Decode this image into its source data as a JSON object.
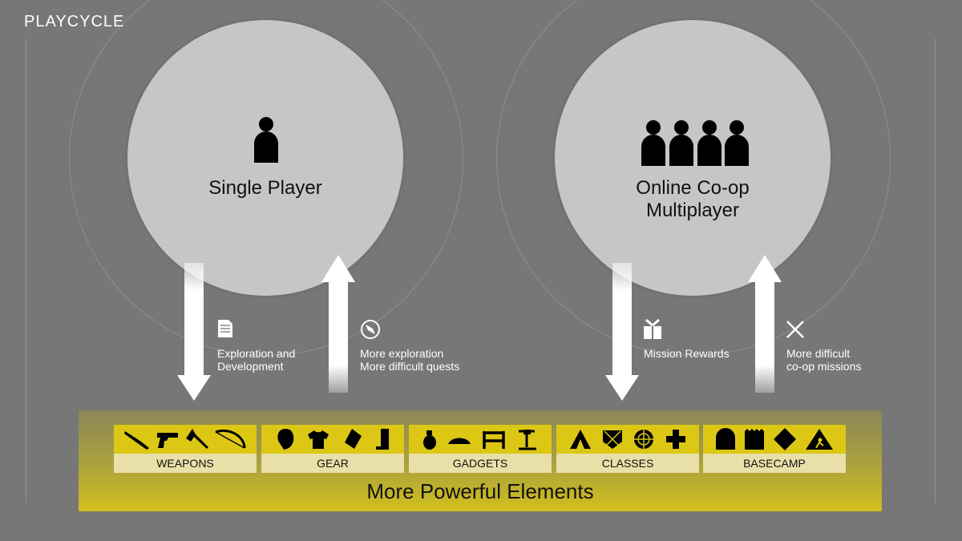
{
  "title": "PLAYCYCLE",
  "single": {
    "label": "Single Player",
    "down_caption": "Exploration and\nDevelopment",
    "up_caption": "More exploration\nMore difficult quests",
    "down_icon": "document-icon",
    "up_icon": "compass-icon"
  },
  "coop": {
    "label": "Online Co-op\nMultiplayer",
    "down_caption": "Mission Rewards",
    "up_caption": "More difficult\nco-op missions",
    "down_icon": "gift-icon",
    "up_icon": "crossed-swords-icon"
  },
  "categories": [
    {
      "label": "WEAPONS",
      "icons": [
        "machete-icon",
        "pistol-icon",
        "axe-icon",
        "bow-icon"
      ]
    },
    {
      "label": "GEAR",
      "icons": [
        "mask-icon",
        "shirt-icon",
        "glove-icon",
        "boot-icon"
      ]
    },
    {
      "label": "GADGETS",
      "icons": [
        "grenade-icon",
        "mine-icon",
        "barricade-icon",
        "turret-icon"
      ]
    },
    {
      "label": "CLASSES",
      "icons": [
        "tent-class-icon",
        "shield-icon",
        "crosshair-icon",
        "medic-cross-icon"
      ]
    },
    {
      "label": "BASECAMP",
      "icons": [
        "bunker-icon",
        "fence-icon",
        "diamond-sign-icon",
        "tent-icon"
      ]
    }
  ],
  "footer": "More Powerful Elements",
  "colors": {
    "background": "#777777",
    "circle": "#c6c6c6",
    "yellow": "#dcc814",
    "label_bg": "#e8e0a8"
  }
}
